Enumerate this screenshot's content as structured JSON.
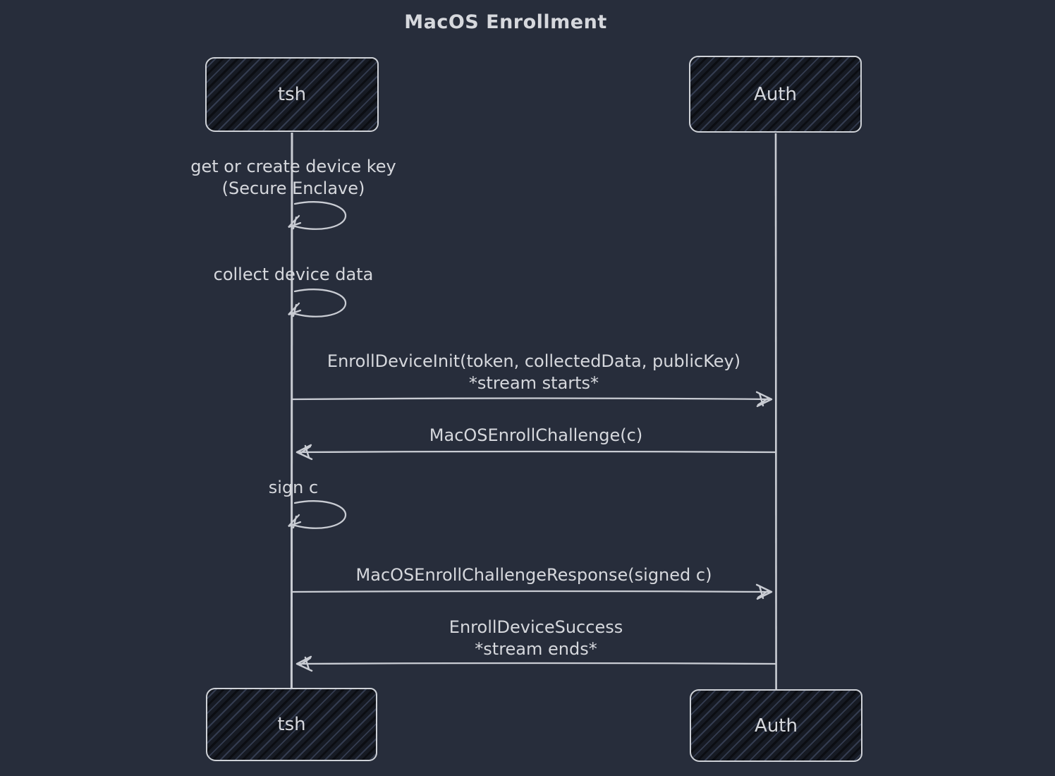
{
  "title": "MacOS Enrollment",
  "actors": {
    "tsh": "tsh",
    "auth": "Auth"
  },
  "self_messages": [
    {
      "actor": "tsh",
      "label_lines": [
        "get or create device key",
        "(Secure Enclave)"
      ]
    },
    {
      "actor": "tsh",
      "label_lines": [
        "collect device data"
      ]
    },
    {
      "actor": "tsh",
      "label_lines": [
        "sign c"
      ]
    }
  ],
  "messages": [
    {
      "from": "tsh",
      "to": "Auth",
      "label_lines": [
        "EnrollDeviceInit(token, collectedData, publicKey)",
        "*stream starts*"
      ]
    },
    {
      "from": "Auth",
      "to": "tsh",
      "label_lines": [
        "MacOSEnrollChallenge(c)"
      ]
    },
    {
      "from": "tsh",
      "to": "Auth",
      "label_lines": [
        "MacOSEnrollChallengeResponse(signed c)"
      ]
    },
    {
      "from": "Auth",
      "to": "tsh",
      "label_lines": [
        "EnrollDeviceSuccess",
        "*stream ends*"
      ]
    }
  ],
  "colors": {
    "background": "#272d3b",
    "line": "#c9ccd3",
    "text": "#d6d8dd",
    "box_fill": "#161a23",
    "box_border": "#ced1d7"
  }
}
